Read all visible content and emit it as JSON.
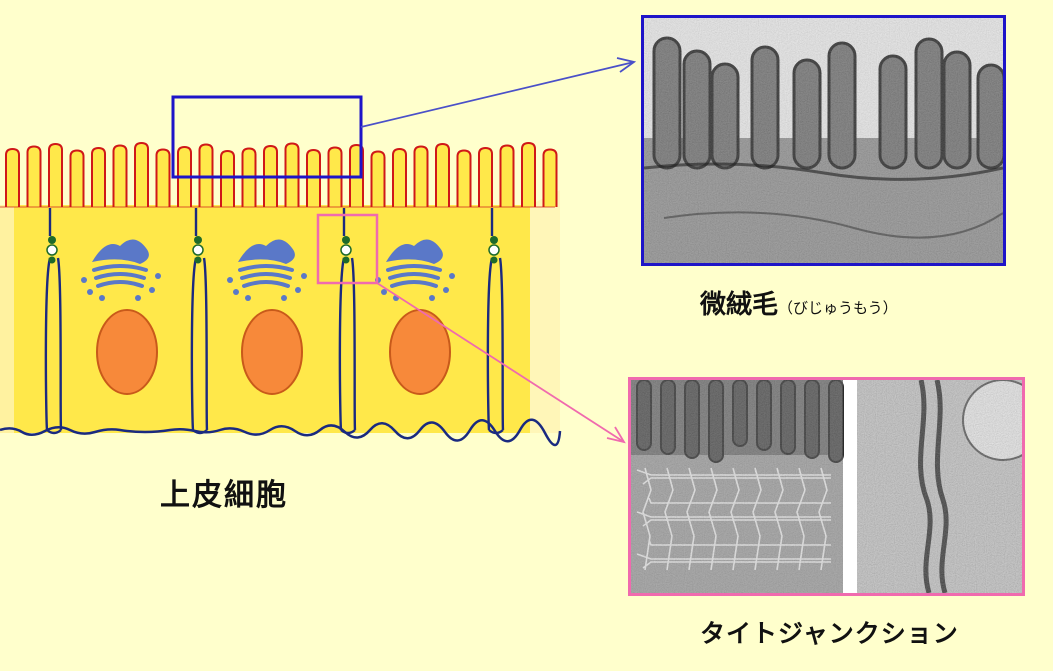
{
  "labels": {
    "epithelial_cell": "上皮細胞",
    "microvilli": "微絨毛",
    "microvilli_reading": "（びじゅうもう）",
    "tight_junction": "タイトジャンクション"
  },
  "colors": {
    "background": "#FFFFCC",
    "cell_fill": "#FFE84A",
    "membrane_blue": "#1A2A80",
    "membrane_red": "#D01818",
    "nucleus_fill": "#F7893A",
    "nucleus_outline": "#C85A1A",
    "golgi": "#5A78C8",
    "junction_green": "#1E6A2A",
    "microvilli_callout": "#1E14C8",
    "junction_callout": "#F06AAE"
  },
  "icons": [
    "epithelial-cell-illustration",
    "microvilli-micrograph",
    "tight-junction-freeze-fracture-micrograph",
    "tight-junction-section-micrograph"
  ]
}
